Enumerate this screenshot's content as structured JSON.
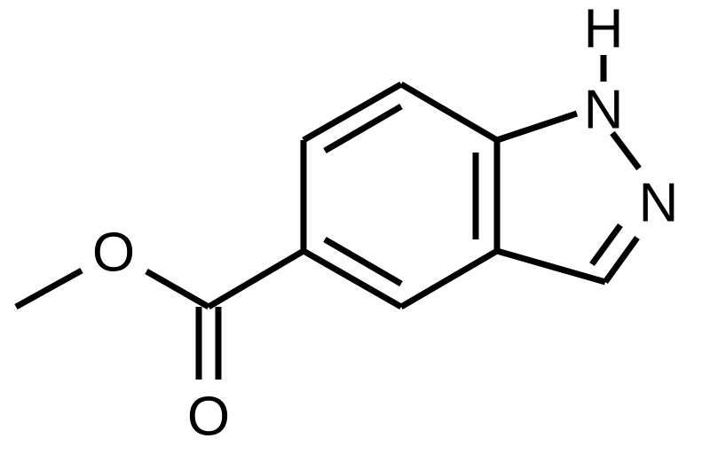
{
  "molecule": {
    "atoms": {
      "nh_n": "N",
      "nh_h": "H",
      "pyrazole_n": "N",
      "ether_o": "O",
      "carbonyl_o": "O"
    },
    "colors": {
      "bond": "#000000",
      "label": "#000000",
      "background": "#ffffff"
    }
  }
}
